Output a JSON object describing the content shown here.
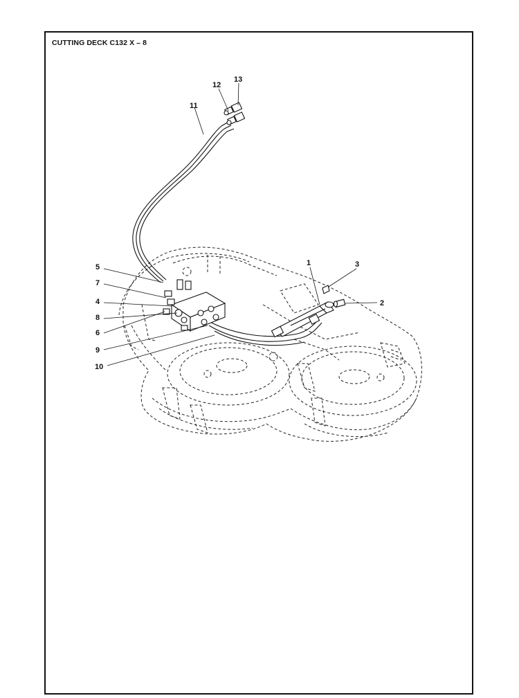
{
  "header": {
    "title": "CUTTING DECK C132 X – 8"
  },
  "callouts": {
    "c1": "1",
    "c2": "2",
    "c3": "3",
    "c4": "4",
    "c5": "5",
    "c6": "6",
    "c7": "7",
    "c8": "8",
    "c9": "9",
    "c10": "10",
    "c11": "11",
    "c12": "12",
    "c13": "13"
  }
}
